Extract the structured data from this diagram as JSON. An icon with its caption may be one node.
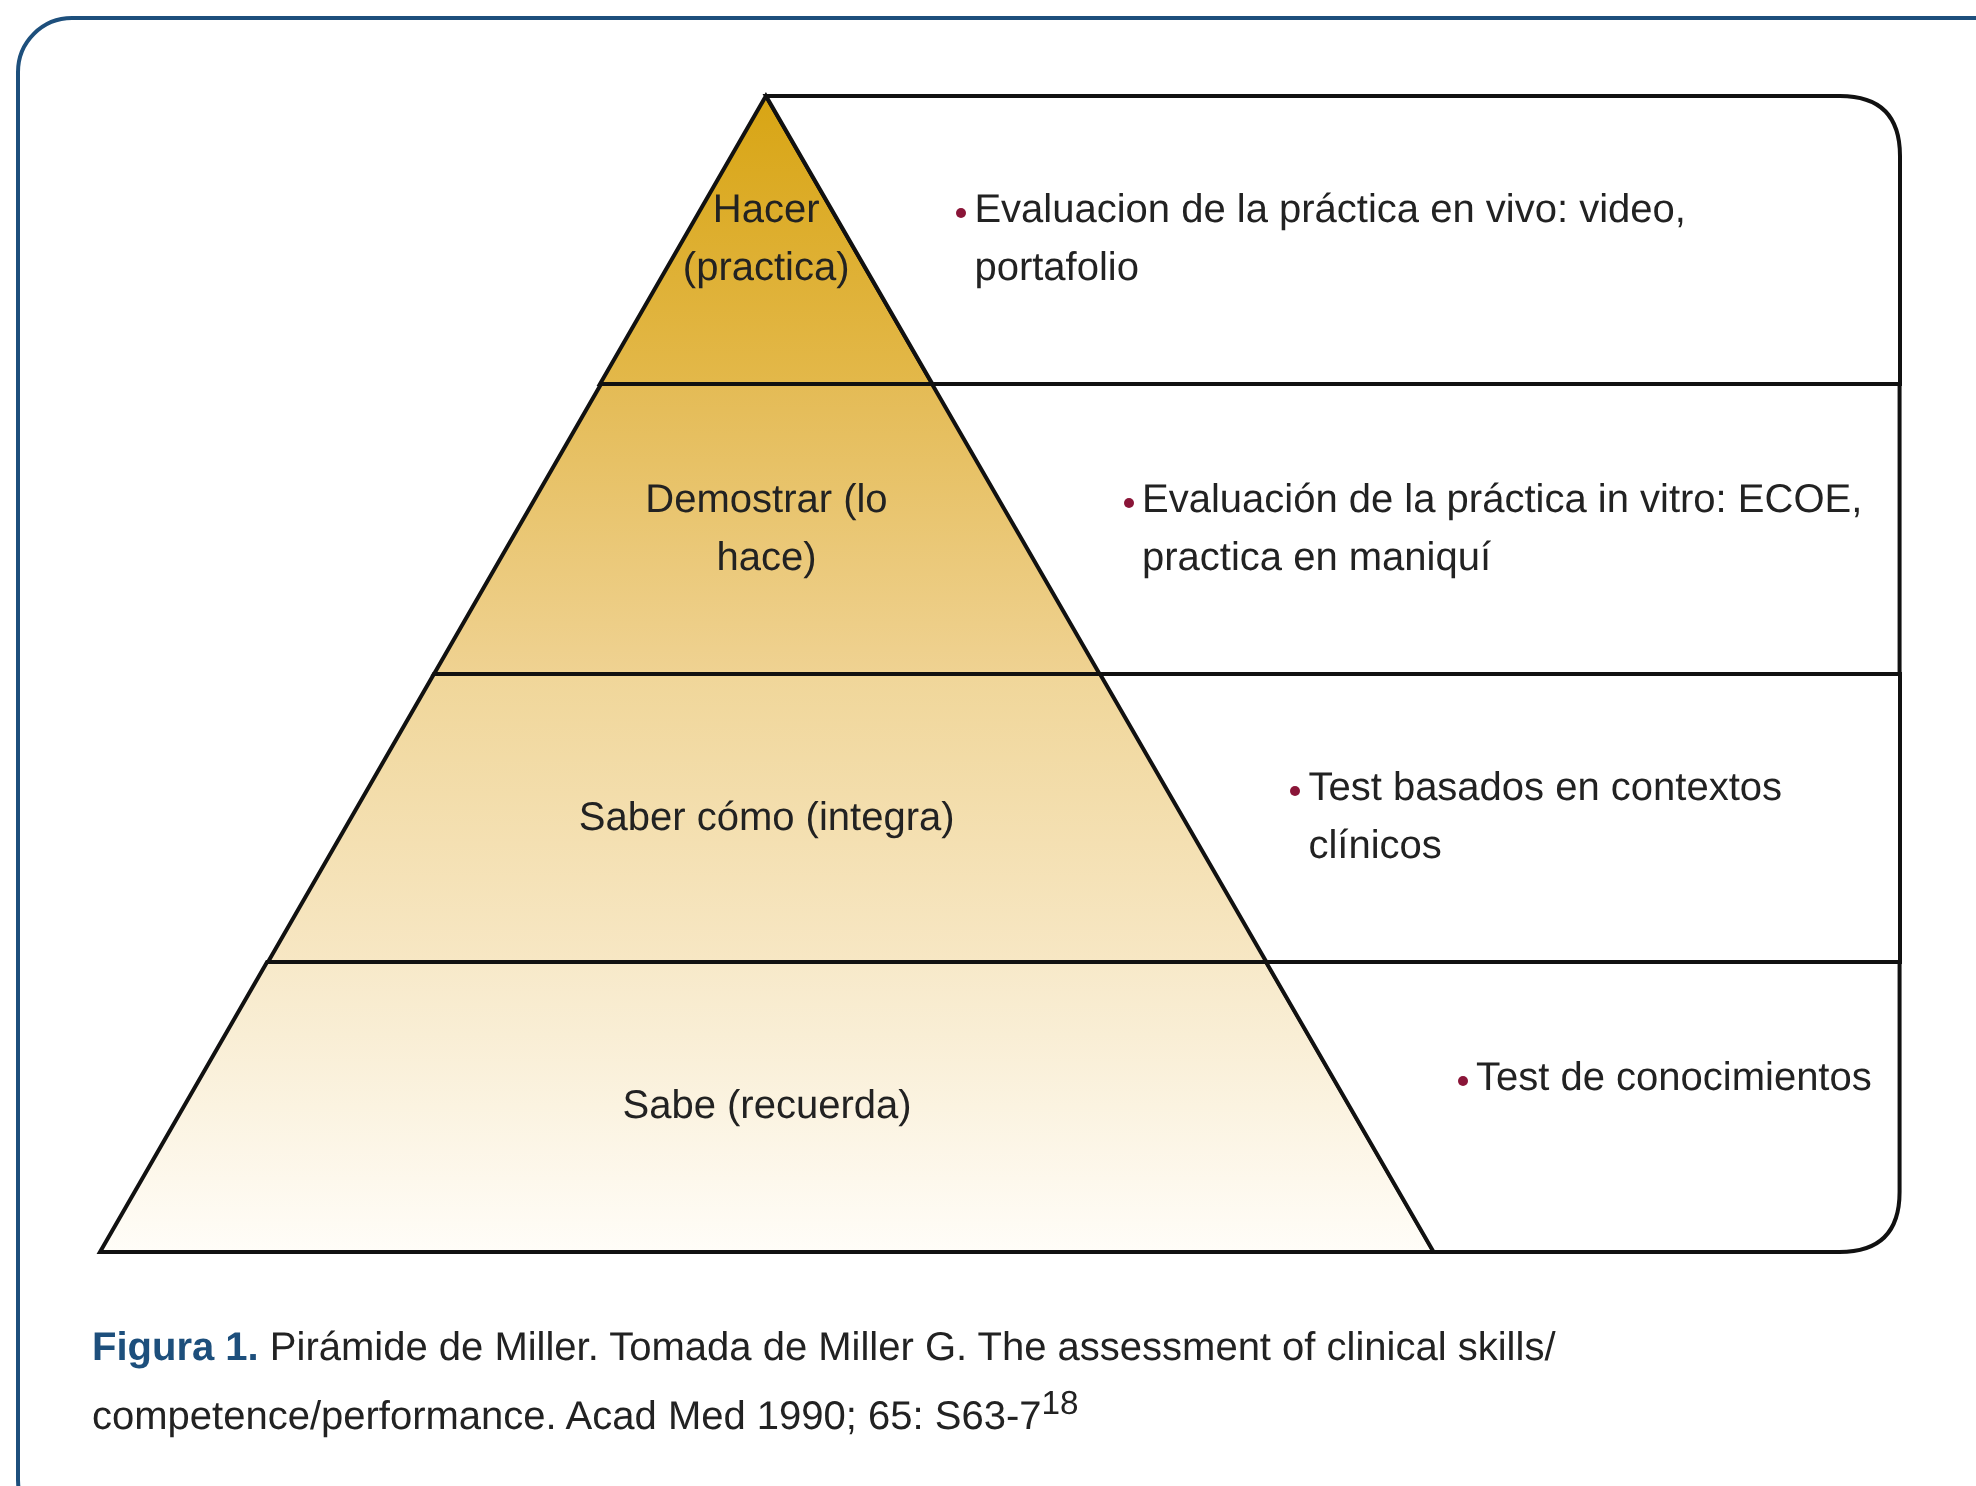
{
  "diagram": {
    "caption": "**Figura 1.** Pirámide de Miller. Tomada de Miller G. The assessment of clinical skills/ competence/performance. Acad Med 1990; 65: S63-7$^{18}$",
    "nodes": [
      {
        "text": [
          "Hacer (practica)"
        ]
      },
      {
        "text": [
          "Demostrar (lo hace)"
        ]
      },
      {
        "text": [
          "Saber cómo (integra)"
        ]
      },
      {
        "text": [
          "Sabe (recuerda)"
        ]
      },
      {
        "text": [
          "Evaluacion de la práctica en vivo: video, portafolio"
        ]
      },
      {
        "text": [
          "Evaluación de la práctica in vitro: ECOE, practica en maniquí"
        ]
      },
      {
        "text": [
          "Test basados en contextos clínicos"
        ]
      },
      {
        "text": [
          "Test de conocimientos"
        ]
      }
    ],
    "edges": []
  }
}
